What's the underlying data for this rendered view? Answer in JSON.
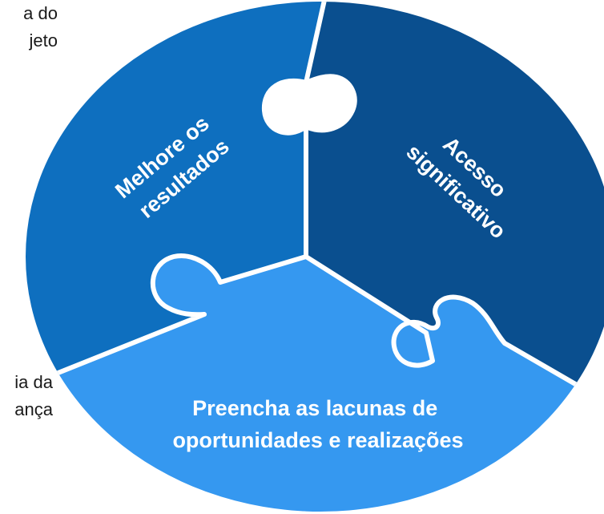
{
  "side_text_top": [
    "a do",
    "jeto"
  ],
  "side_text_bottom": [
    "ia da",
    "ança"
  ],
  "pieces": {
    "left": {
      "lines": [
        "Melhore os",
        "resultados"
      ],
      "color": "#0e6fbf"
    },
    "right": {
      "lines": [
        "Acesso",
        "significativo"
      ],
      "color": "#0a4f8f"
    },
    "bottom": {
      "lines": [
        "Preencha as lacunas de",
        "oportunidades e realizações"
      ],
      "color": "#3598f0"
    }
  },
  "separator_color": "#ffffff"
}
